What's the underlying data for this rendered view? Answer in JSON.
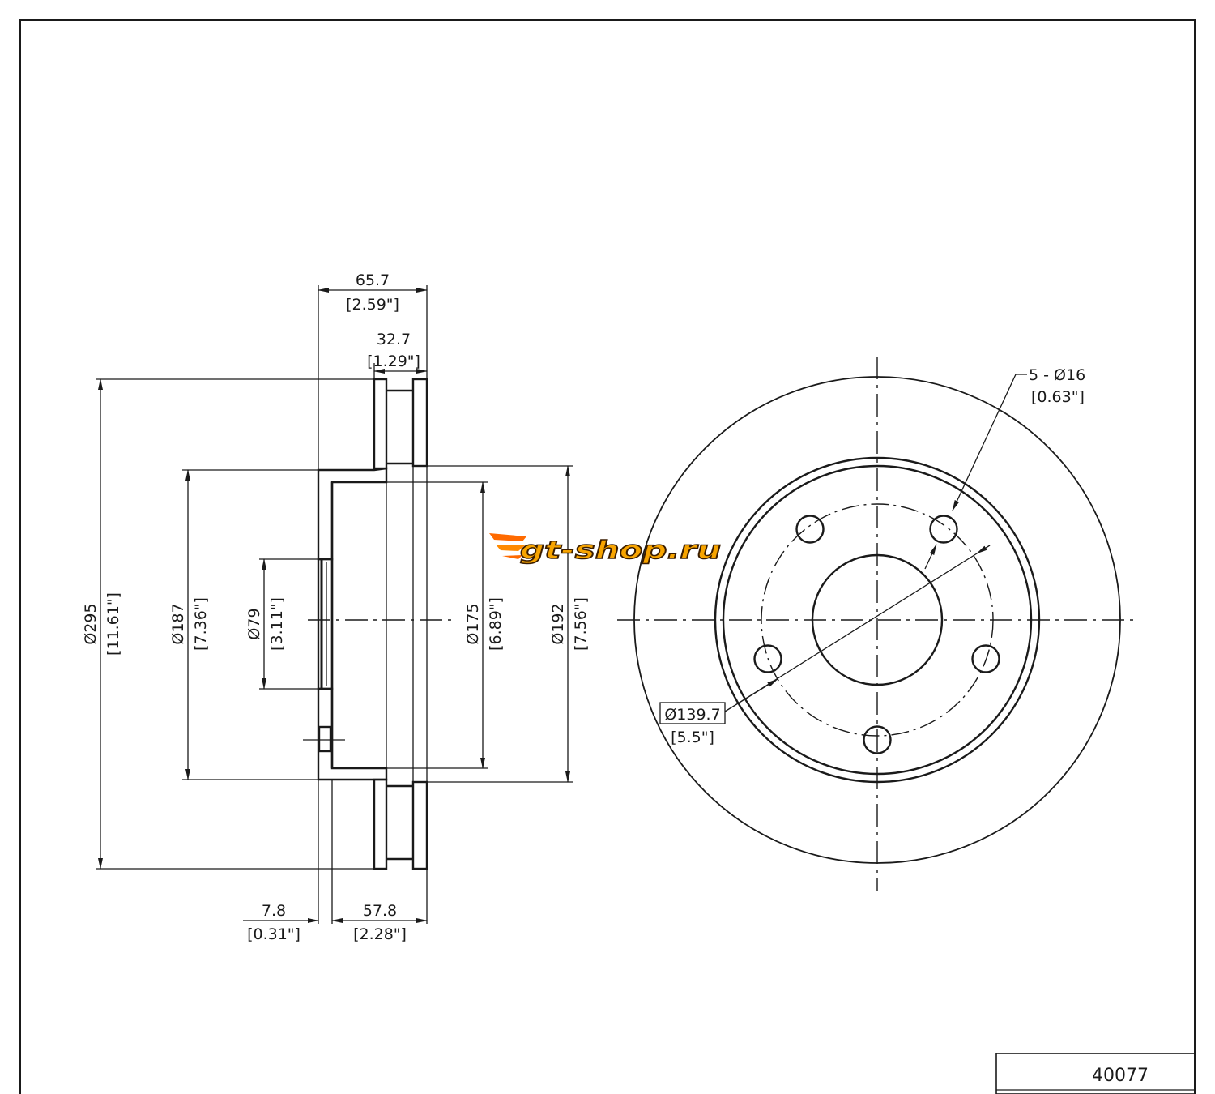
{
  "logo": {
    "text": "gt-shop.ru",
    "color_primary": "#f7a400",
    "color_secondary": "#ff6a00"
  },
  "part_number": "40077",
  "dimensions": {
    "overall_height": {
      "mm": "65.7",
      "in": "[2.59\"]"
    },
    "rotor_thickness": {
      "mm": "32.7",
      "in": "[1.29\"]"
    },
    "outer_diameter": {
      "mm": "Ø295",
      "in": "[11.61\"]"
    },
    "hat_diameter": {
      "mm": "Ø187",
      "in": "[7.36\"]"
    },
    "center_bore": {
      "mm": "Ø79",
      "in": "[3.11\"]"
    },
    "inner_diameter": {
      "mm": "Ø175",
      "in": "[6.89\"]"
    },
    "inner_face_diameter": {
      "mm": "Ø192",
      "in": "[7.56\"]"
    },
    "hat_thickness": {
      "mm": "7.8",
      "in": "[0.31\"]"
    },
    "hat_depth": {
      "mm": "57.8",
      "in": "[2.28\"]"
    },
    "bolt_holes": {
      "mm": "5 - Ø16",
      "in": "[0.63\"]"
    },
    "bolt_circle": {
      "mm": "Ø139.7",
      "in": "[5.5\"]"
    }
  }
}
